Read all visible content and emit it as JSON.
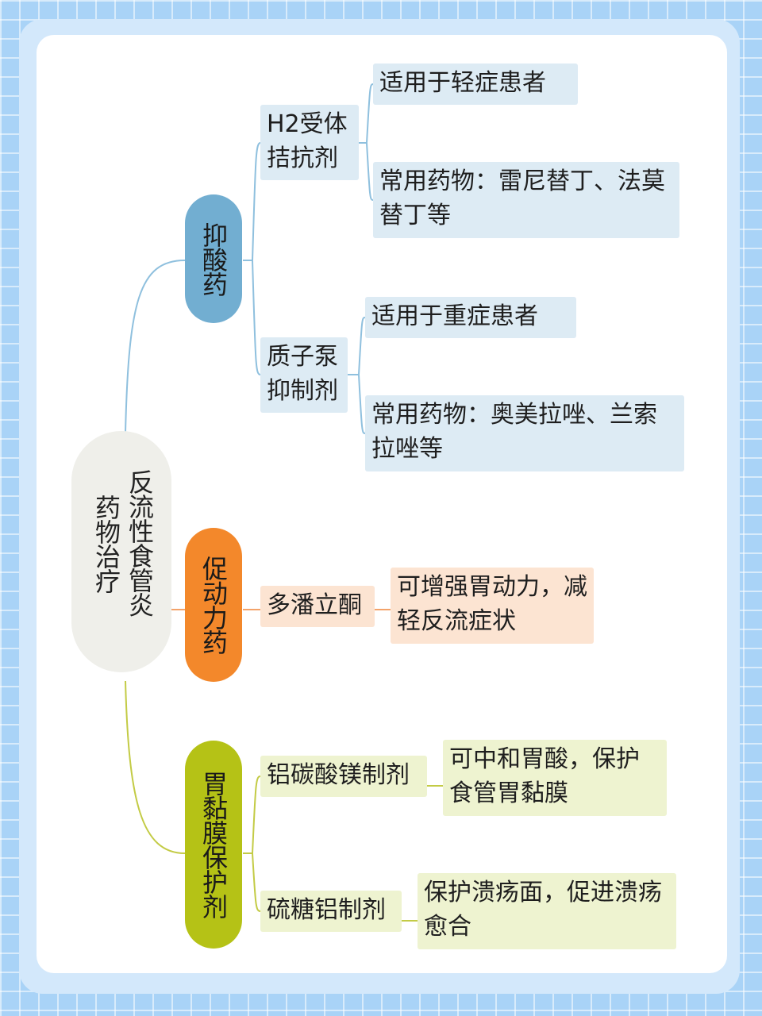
{
  "diagram": {
    "root": {
      "line1": "反流性食管炎",
      "line2": "药物治疗"
    },
    "branches": [
      {
        "label": "抑酸药",
        "color": "#72aed1",
        "children": [
          {
            "label": "H2受体拮抗剂",
            "details": [
              "适用于轻症患者",
              "常用药物：雷尼替丁、法莫替丁等"
            ]
          },
          {
            "label": "质子泵抑制剂",
            "details": [
              "适用于重症患者",
              "常用药物：奥美拉唑、兰索拉唑等"
            ]
          }
        ]
      },
      {
        "label": "促动力药",
        "color": "#f3882b",
        "children": [
          {
            "label": "多潘立酮",
            "details": [
              "可增强胃动力，减轻反流症状"
            ]
          }
        ]
      },
      {
        "label": "胃黏膜保护剂",
        "color": "#b5c216",
        "children": [
          {
            "label": "铝碳酸镁制剂",
            "details": [
              "可中和胃酸，保护食管胃黏膜"
            ]
          },
          {
            "label": "硫糖铝制剂",
            "details": [
              "保护溃疡面，促进溃疡愈合"
            ]
          }
        ]
      }
    ]
  }
}
